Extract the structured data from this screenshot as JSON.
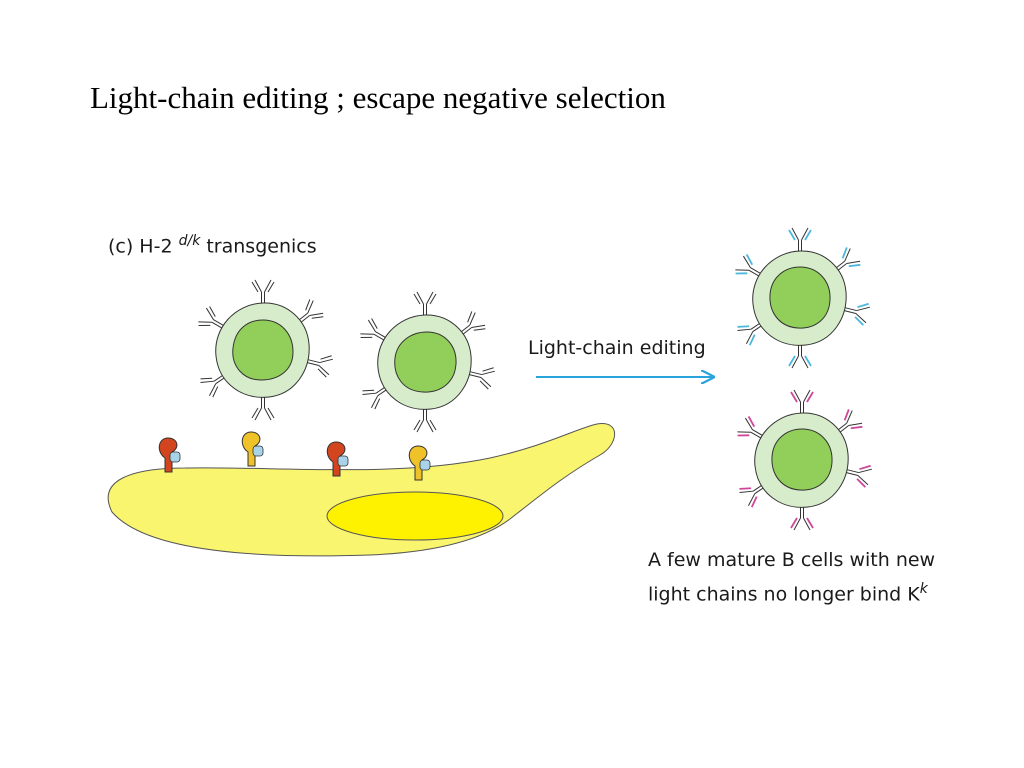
{
  "title": "Light-chain editing ; escape negative selection",
  "panel_label": {
    "prefix": "(c) H-2 ",
    "superscript": "d/k",
    "suffix": " transgenics"
  },
  "arrow_label": "Light-chain editing",
  "caption": {
    "line1": "A few mature B cells with new",
    "line2_prefix": "light chains no longer bind K",
    "line2_superscript": "k"
  },
  "colors": {
    "cell_outer": "#d7eccb",
    "cell_nucleus": "#92cf5a",
    "stromal_cell": "#faf56e",
    "stromal_nucleus": "#fff200",
    "mhc_red": "#d2451e",
    "mhc_yellow": "#efc22a",
    "peptide_blue": "#a8d3e8",
    "arrow": "#29a3db",
    "new_light_chain_cyan": "#4bb7dc",
    "new_light_chain_magenta": "#d0459a"
  }
}
